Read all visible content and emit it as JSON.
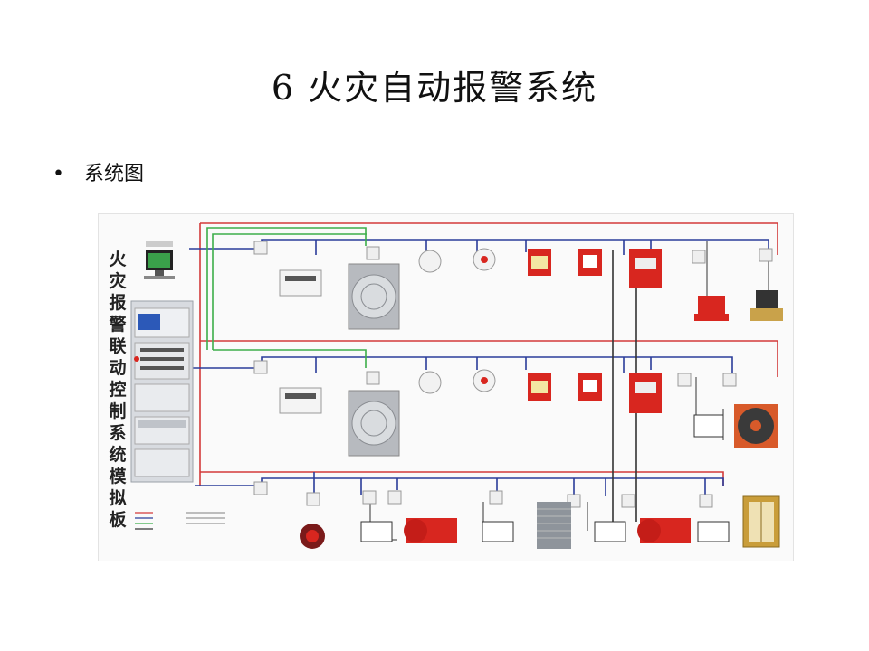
{
  "slide": {
    "title": "6  火灾自动报警系统",
    "bullet": "系统图"
  },
  "diagram": {
    "panel_title": [
      "火",
      "灾",
      "报",
      "警",
      "联",
      "动",
      "控",
      "制",
      "系",
      "统",
      "模",
      "拟",
      "板"
    ],
    "colors": {
      "red_bus": "#d33a3a",
      "blue_bus": "#2b3d9a",
      "green_bus": "#3cae4a",
      "device_red": "#d8261f",
      "cabinet": "#d8dbe0"
    },
    "icons": {
      "computer": "monitor-icon",
      "controller": "fire-control-cabinet-icon",
      "speaker": "speaker-icon",
      "smoke": "smoke-detector-icon",
      "heat": "heat-detector-icon",
      "manual": "manual-call-point-icon",
      "hydrant": "hydrant-button-icon",
      "bell": "alarm-bell-icon",
      "pump": "pump-icon",
      "fan": "fan-icon",
      "valve": "valve-icon",
      "shutter": "shutter-icon",
      "elevator": "elevator-icon"
    }
  }
}
